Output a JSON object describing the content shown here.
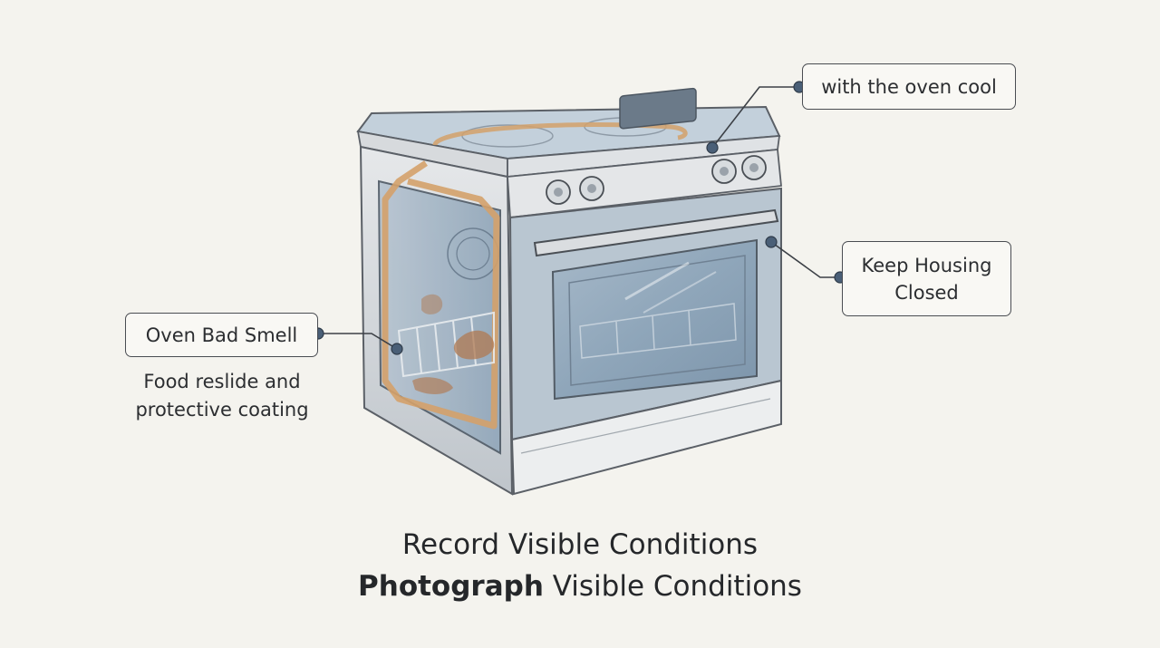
{
  "callouts": {
    "top": {
      "text": "with the oven cool"
    },
    "right": {
      "line1": "Keep Housing",
      "line2": "Closed"
    },
    "left": {
      "text": "Oven Bad Smell"
    }
  },
  "note_left": {
    "line1": "Food reslide and",
    "line2": "protective coating"
  },
  "caption": {
    "line1": "Record Visible Conditions",
    "line2_bold": "Photograph",
    "line2_rest": " Visible Conditions"
  },
  "colors": {
    "background": "#f4f3ee",
    "steel": "#c9ced3",
    "glass": "#8da4b8",
    "heating_element": "#d4a16a",
    "residue": "#b07a52",
    "marker": "#4a5f77"
  },
  "icons": {
    "appliance": "oven-illustration"
  }
}
